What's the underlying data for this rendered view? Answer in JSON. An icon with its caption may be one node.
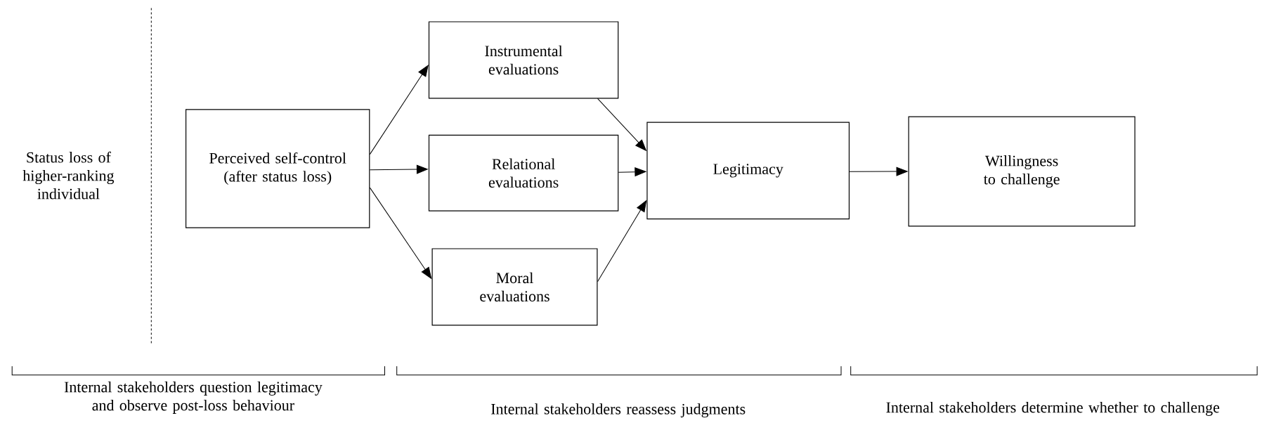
{
  "diagram": {
    "nodes": [
      {
        "text": [
          "Perceived self-control (after status loss)"
        ]
      },
      {
        "text": [
          "Instrumental evaluations"
        ]
      },
      {
        "text": [
          "Relational evaluations"
        ]
      },
      {
        "text": [
          "Moral evaluations"
        ]
      },
      {
        "text": [
          "Legitimacy"
        ]
      },
      {
        "text": [
          "Willingness to challenge"
        ]
      }
    ],
    "edges": [
      {
        "from": 0,
        "to": 1,
        "arrow": "to"
      },
      {
        "from": 0,
        "to": 2,
        "arrow": "to"
      },
      {
        "from": 0,
        "to": 3,
        "arrow": "to"
      },
      {
        "from": 1,
        "to": 4,
        "arrow": "to"
      },
      {
        "from": 2,
        "to": 4,
        "arrow": "to"
      },
      {
        "from": 3,
        "to": 4,
        "arrow": "to"
      },
      {
        "from": 4,
        "to": 5,
        "arrow": "to"
      }
    ],
    "labels": [
      "Status loss of higher-ranking individual",
      "Internal stakeholders question legitimacy and observe post-loss behaviour",
      "Internal stakeholders reassess judgments",
      "Internal stakeholders determine whether to challenge"
    ]
  }
}
